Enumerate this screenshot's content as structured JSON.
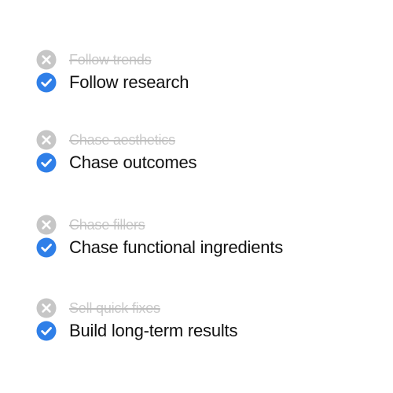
{
  "colors": {
    "good_icon": "#2F7FE8",
    "bad_icon": "#C6C6C6",
    "bad_text": "#C9C9C9",
    "good_text": "#111111"
  },
  "icons": {
    "bad": "x-circle-icon",
    "good": "check-circle-icon"
  },
  "items": [
    {
      "avoid": "Follow trends",
      "prefer": "Follow research"
    },
    {
      "avoid": "Chase aesthetics",
      "prefer": "Chase outcomes"
    },
    {
      "avoid": "Chase fillers",
      "prefer": "Chase functional ingredients"
    },
    {
      "avoid": "Sell quick fixes",
      "prefer": "Build long-term results"
    }
  ]
}
